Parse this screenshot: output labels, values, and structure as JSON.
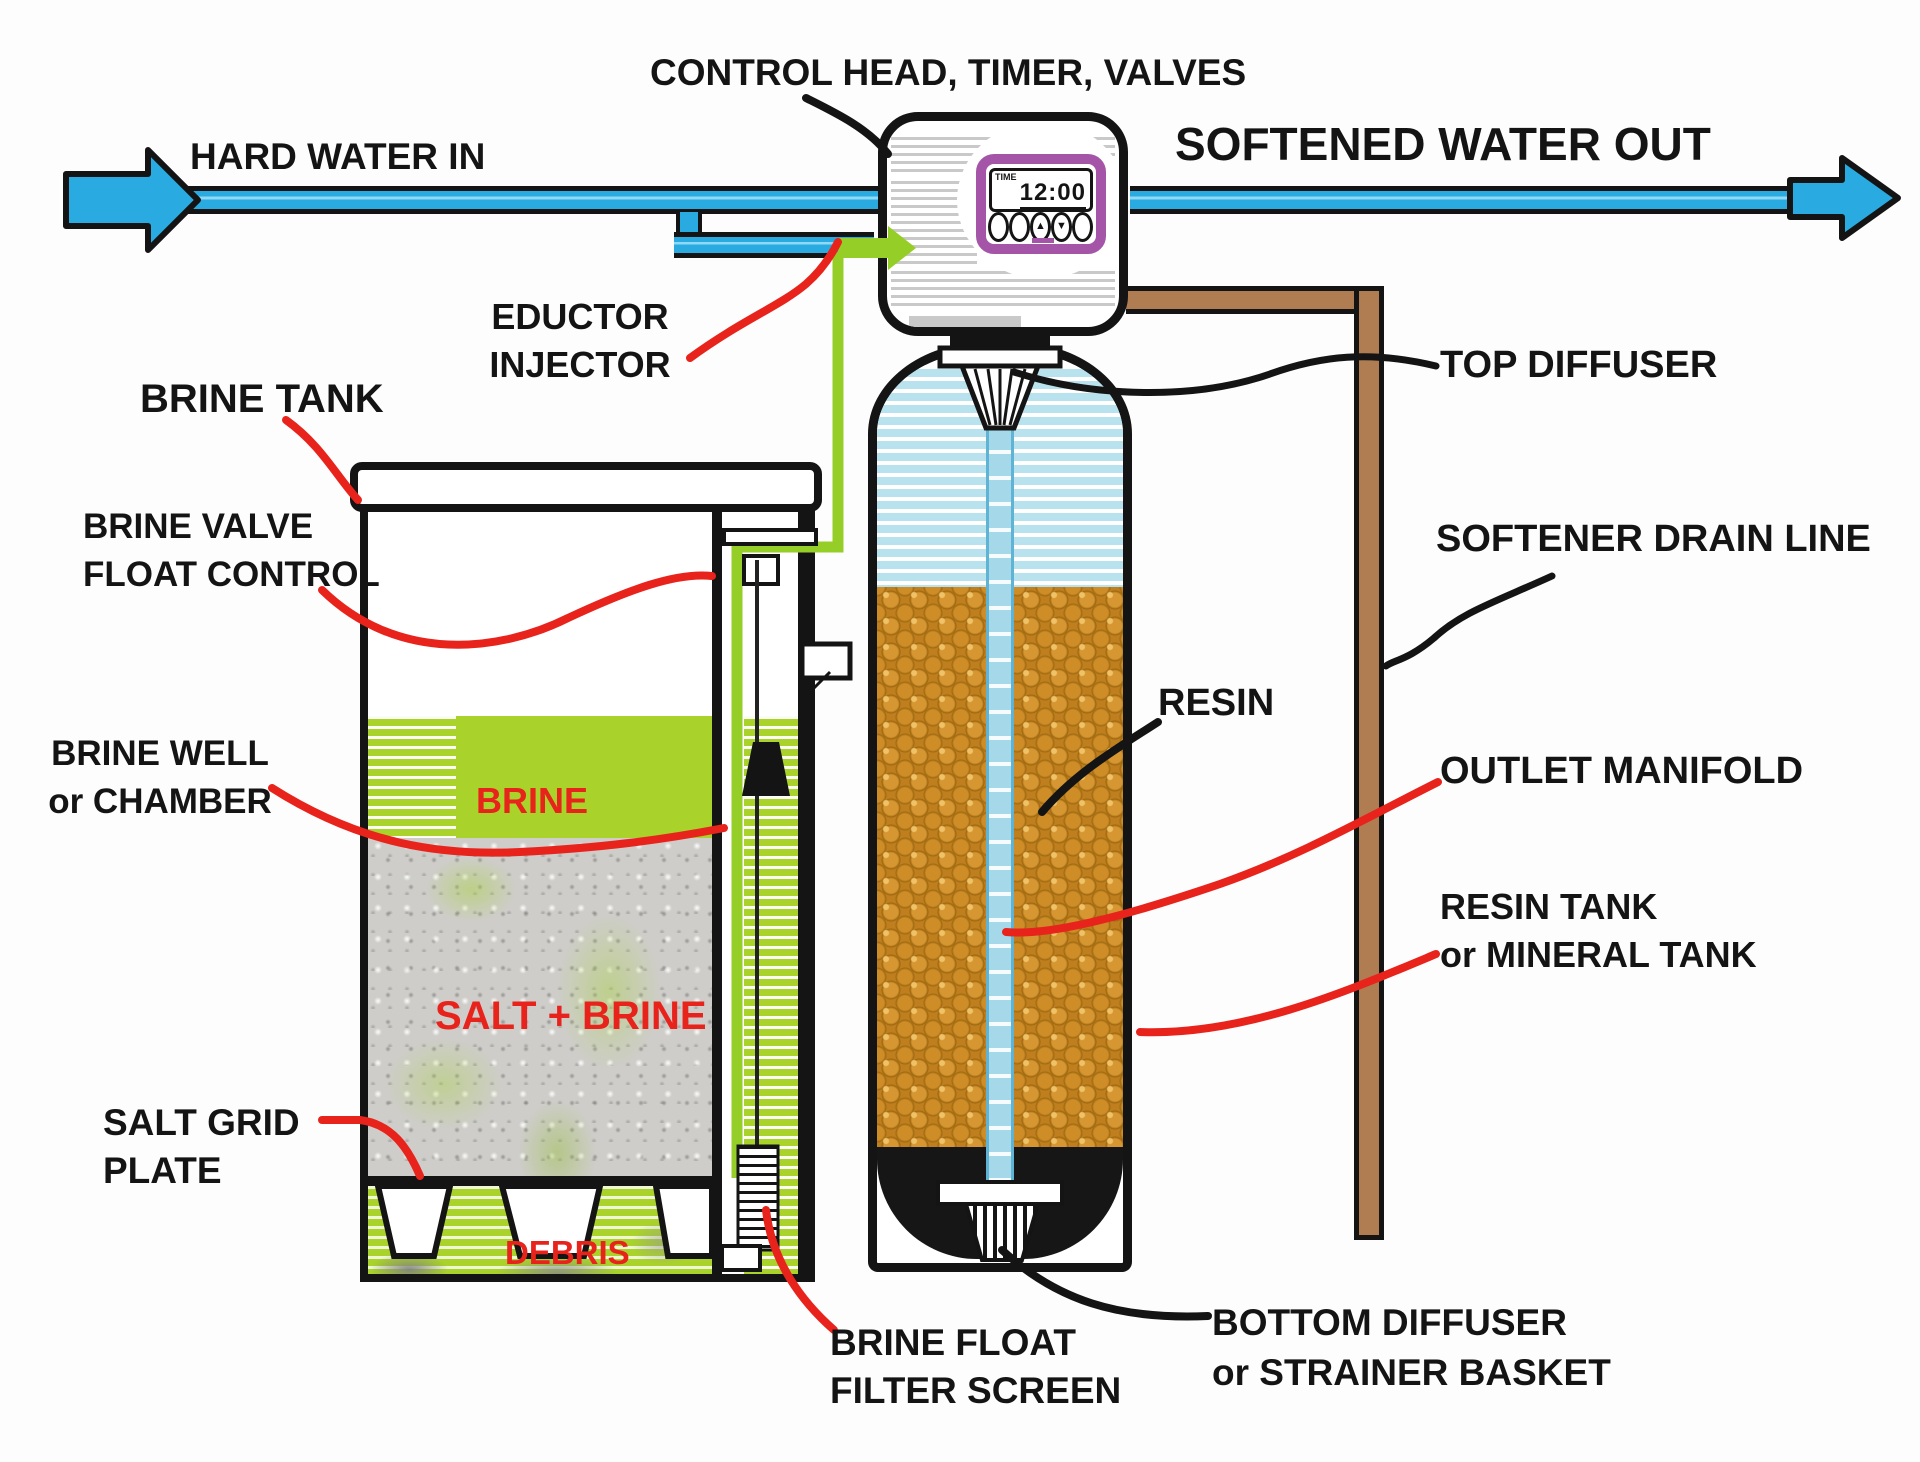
{
  "labels": {
    "control_head": "CONTROL HEAD, TIMER, VALVES",
    "hard_water_in": "HARD WATER IN",
    "softened_water_out": "SOFTENED WATER OUT",
    "brine_tank": "BRINE TANK",
    "eductor_line1": "EDUCTOR",
    "eductor_line2": "INJECTOR",
    "brine_valve_line1": "BRINE VALVE",
    "brine_valve_line2": "FLOAT CONTROL",
    "brine_well_line1": "BRINE WELL",
    "brine_well_line2": "or CHAMBER",
    "top_diffuser": "TOP DIFFUSER",
    "softener_drain_line": "SOFTENER DRAIN LINE",
    "resin": "RESIN",
    "outlet_manifold": "OUTLET MANIFOLD",
    "resin_tank_line1": "RESIN TANK",
    "resin_tank_line2": "or MINERAL TANK",
    "salt_grid_line1": "SALT GRID",
    "salt_grid_line2": "PLATE",
    "debris": "DEBRIS",
    "brine": "BRINE",
    "salt_brine": "SALT + BRINE",
    "brine_float_line1": "BRINE FLOAT",
    "brine_float_line2": "FILTER SCREEN",
    "bottom_diffuser_line1": "BOTTOM DIFFUSER",
    "bottom_diffuser_line2": "or STRAINER BASKET"
  },
  "control_head": {
    "display_label": "TIME",
    "display_time": "12:00",
    "buttons": [
      {
        "glyph": ""
      },
      {
        "glyph": ""
      },
      {
        "glyph": "▲"
      },
      {
        "glyph": "▼"
      },
      {
        "glyph": ""
      }
    ]
  },
  "colors": {
    "pipe_blue": "#29ABE2",
    "water_blue": "#B9E2EF",
    "brine_green": "#A9D32A",
    "eductor_green": "#96CE28",
    "drain_brown": "#B07D52",
    "resin_amber": "#C08220",
    "annotation_red": "#E8231C",
    "panel_purple": "#A455A8",
    "outline_black": "#141414"
  }
}
